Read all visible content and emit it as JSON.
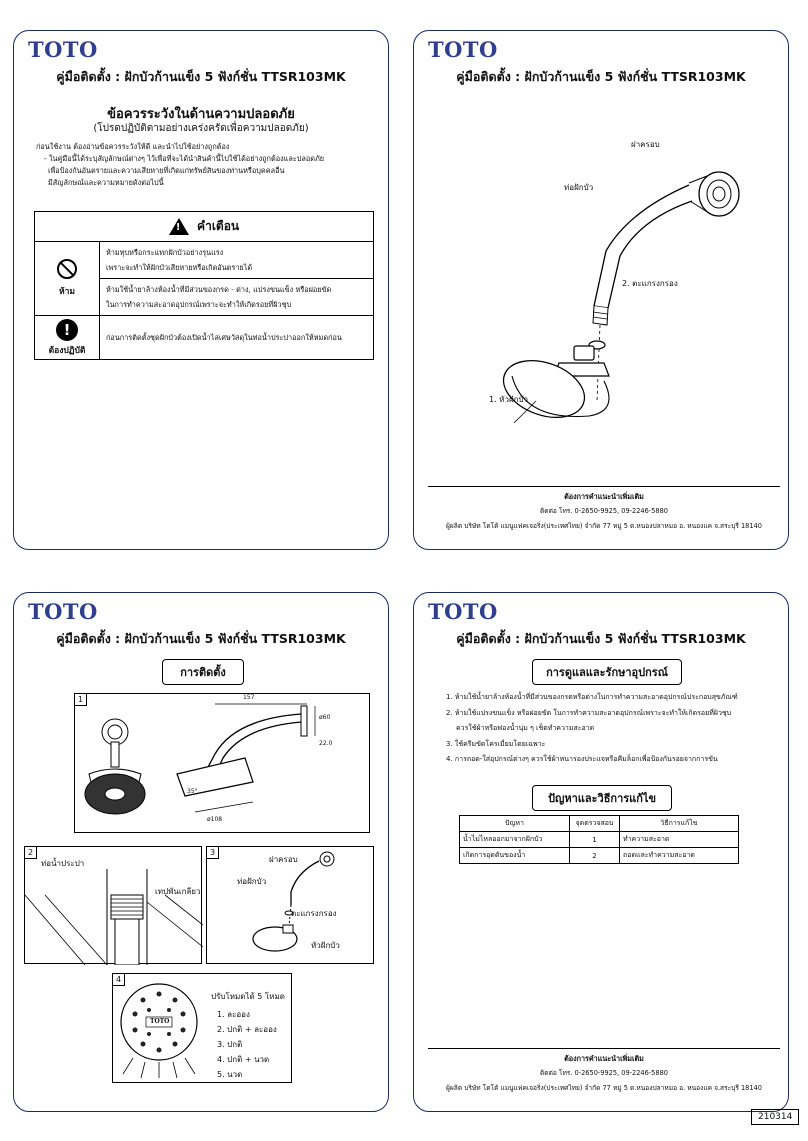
{
  "brand": "TOTO",
  "doc_title": "คู่มือติดตั้ง : ฝักบัวก้านแข็ง 5 ฟังก์ชั่น TTSR103MK",
  "safety": {
    "heading": "ข้อควรระวังในด้านความปลอดภัย",
    "subheading": "(โปรดปฏิบัติตามอย่างเคร่งครัดเพื่อความปลอดภัย)",
    "intro": [
      "ก่อนใช้งาน ต้องอ่านข้อควรระวังให้ดี และนำไปใช้อย่างถูกต้อง",
      "- ในคู่มือนี้ได้ระบุสัญลักษณ์ต่างๆ ไว้เพื่อที่จะได้นำสินค้านี้ไปใช้ได้อย่างถูกต้องและปลอดภัย",
      "เพื่อป้องกันอันตรายและความเสียหายที่เกิดแก่ทรัพย์สินของท่านหรือบุคคลอื่น",
      "มีสัญลักษณ์และความหมายดังต่อไปนี้"
    ],
    "warning_title": "คำเตือน",
    "prohibit_label": "ห้าม",
    "prohibit_items": [
      [
        "ห้ามทุบหรือกระแทกฝักบัวอย่างรุนแรง",
        "เพราะจะทำให้ฝักบัวเสียหายหรือเกิดอันตรายได้"
      ],
      [
        "ห้ามใช้น้ำยาล้างห้องน้ำที่มีส่วนของกรด - ด่าง, แปรงขนแข็ง หรือฝอยขัด",
        "ในการทำความสะอาดอุปกรณ์เพราะจะทำให้เกิดรอยที่ผิวชุบ"
      ]
    ],
    "mandatory_label": "ต้องปฏิบัติ",
    "mandatory_item": "ก่อนการติดตั้งชุดฝักบัวต้องเปิดน้ำไล่เศษวัสดุในท่อน้ำประปาออกให้หมดก่อน"
  },
  "parts": {
    "cover": "ฝาครอบ",
    "arm": "ท่อฝักบัว",
    "filter": "2. ตะแกรงกรอง",
    "head": "1. หัวฝักบัว"
  },
  "footer": {
    "heading": "ต้องการคำแนะนำเพิ่มเติม",
    "contact": "ติดต่อ โทร. 0-2650-9925, 09-2246-5880",
    "maker": "ผู้ผลิต บริษัท โตโต้ แมนูแฟคเจอริ่ง(ประเทศไทย) จำกัด 77 หมู่ 5 ต.หนองปลาหมอ อ. หนองแค จ.สระบุรี 18140"
  },
  "install": {
    "title": "การติดตั้ง",
    "step_nums": [
      "1",
      "2",
      "3",
      "4"
    ],
    "dims": [
      "157",
      "ø60",
      "22.0",
      "ø108",
      "35°"
    ],
    "step2_pipe": "ท่อน้ำประปา",
    "step2_tape": "เทปพันเกลียว",
    "step3_cover": "ฝาครอบ",
    "step3_arm": "ท่อฝักบัว",
    "step3_filter": "ตะแกรงกรอง",
    "step3_head": "หัวฝักบัว",
    "step4_title": "ปรับโหมดได้ 5 โหมด",
    "modes": [
      "1. ละออง",
      "2. ปกติ + ละออง",
      "3. ปกติ",
      "4. ปกติ + นวด",
      "5. นวด"
    ],
    "dial_brand": "TOTO"
  },
  "care": {
    "title": "การดูแลและรักษาอุปกรณ์",
    "items": [
      "1. ห้ามใช้น้ำยาล้างห้องน้ำที่มีส่วนของกรดหรือด่างในการทำความสะอาดอุปกรณ์ประกอบสุขภัณฑ์",
      "2. ห้ามใช้แปรงขนแข็ง หรือฝอยขัด ในการทำความสะอาดอุปกรณ์เพราะจะทำให้เกิดรอยที่ผิวชุบ",
      "   ควรใช้ผ้าหรือฟองน้ำนุ่ม ๆ เช็ดทำความสะอาด",
      "3. ใช้ครีมขัดโครเมี่ยมโดยเฉพาะ",
      "4. การถอด-ใส่อุปกรณ์ต่างๆ ควรใช้ผ้าหนารองประแจหรือคีมล็อกเพื่อป้องกันรอยจากการขัน"
    ]
  },
  "trouble": {
    "title": "ปัญหาและวิธีการแก้ไข",
    "headers": [
      "ปัญหา",
      "จุดตรวจสอบ",
      "วิธีการแก้ไข"
    ],
    "rows": [
      [
        "น้ำไม่ไหลออกมาจากฝักบัว",
        "1",
        "ทำความสะอาด"
      ],
      [
        "เกิดการอุดตันของน้ำ",
        "2",
        "ถอดและทำความสะอาด"
      ]
    ]
  },
  "doc_number": "210314"
}
